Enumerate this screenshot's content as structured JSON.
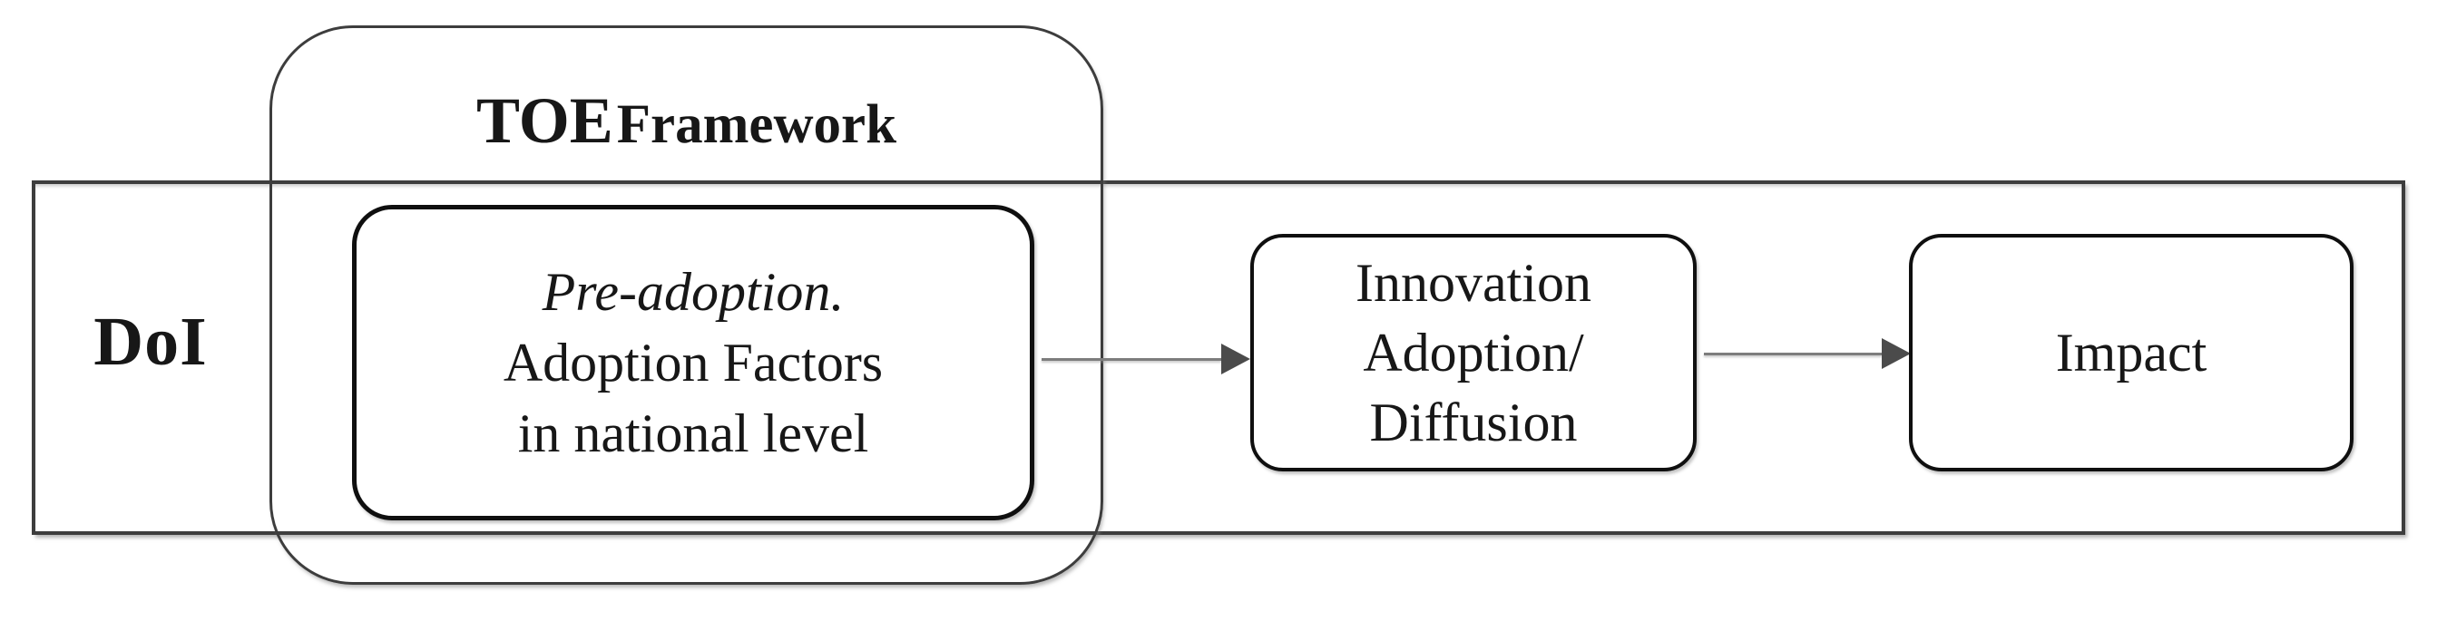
{
  "diagram": {
    "doi": {
      "label": "DoI"
    },
    "toe": {
      "title_main": "TOE",
      "title_sub": "Framework"
    },
    "preadoption": {
      "line1": "Pre-adoption.",
      "line2": "Adoption Factors",
      "line3": "in national level"
    },
    "innovation": {
      "line1": "Innovation",
      "line2": "Adoption/",
      "line3": "Diffusion"
    },
    "impact": {
      "label": "Impact"
    },
    "colors": {
      "border_dark": "#3d3d3d",
      "box_border": "#0f0f0f",
      "arrow_line": "#7d7d7d",
      "arrow_head": "#4b4b4b",
      "text": "#171717",
      "bg": "#ffffff"
    }
  }
}
